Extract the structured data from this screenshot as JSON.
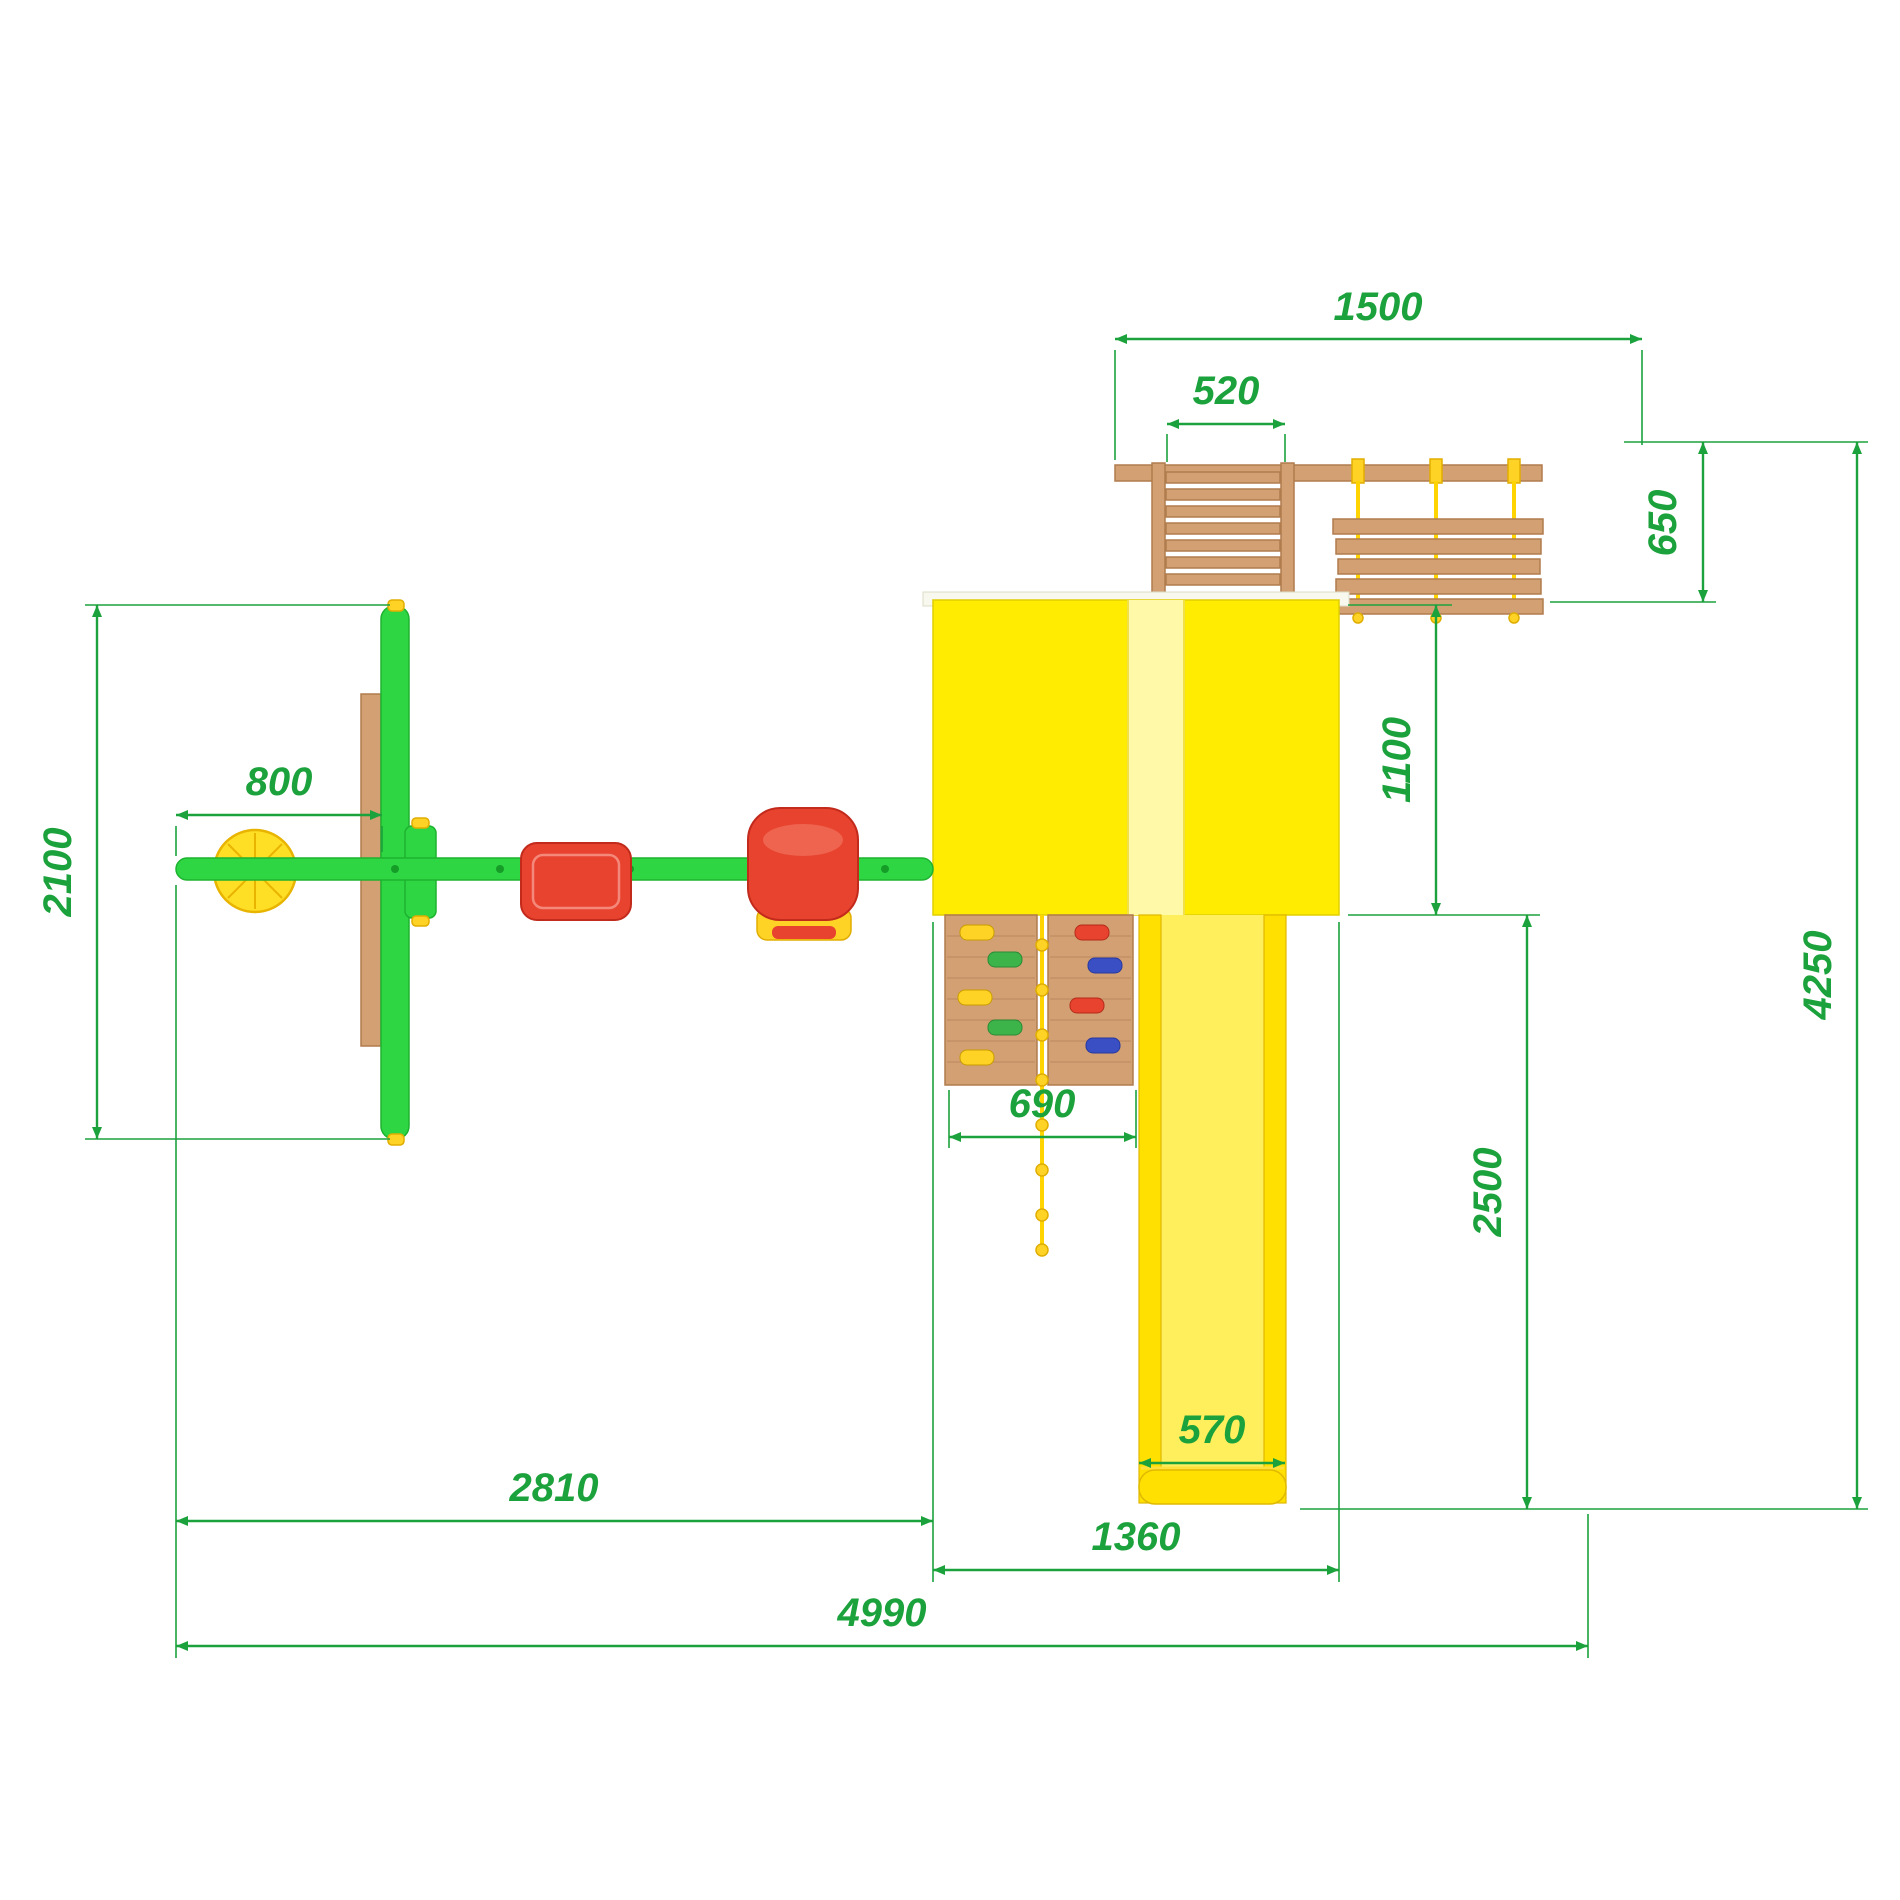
{
  "drawing": {
    "title": "playground-set-plan-view"
  },
  "dims": {
    "upper_width": "1500",
    "ladder_width": "520",
    "upper_depth": "650",
    "platform_depth": "1100",
    "swing_frame_depth": "2100",
    "swing_offset": "800",
    "climb_wall_width": "690",
    "slide_length": "2500",
    "slide_width": "570",
    "swing_section_width": "2810",
    "platform_width": "1360",
    "total_width": "4990",
    "total_depth": "4250"
  },
  "colors": {
    "dimension_green": "#1ca23c",
    "structure_green": "#2fd644",
    "structure_yellow": "#ffec00",
    "accent_red": "#e8432f",
    "accent_blue": "#3a4fc4",
    "wood": "#d2a072"
  }
}
